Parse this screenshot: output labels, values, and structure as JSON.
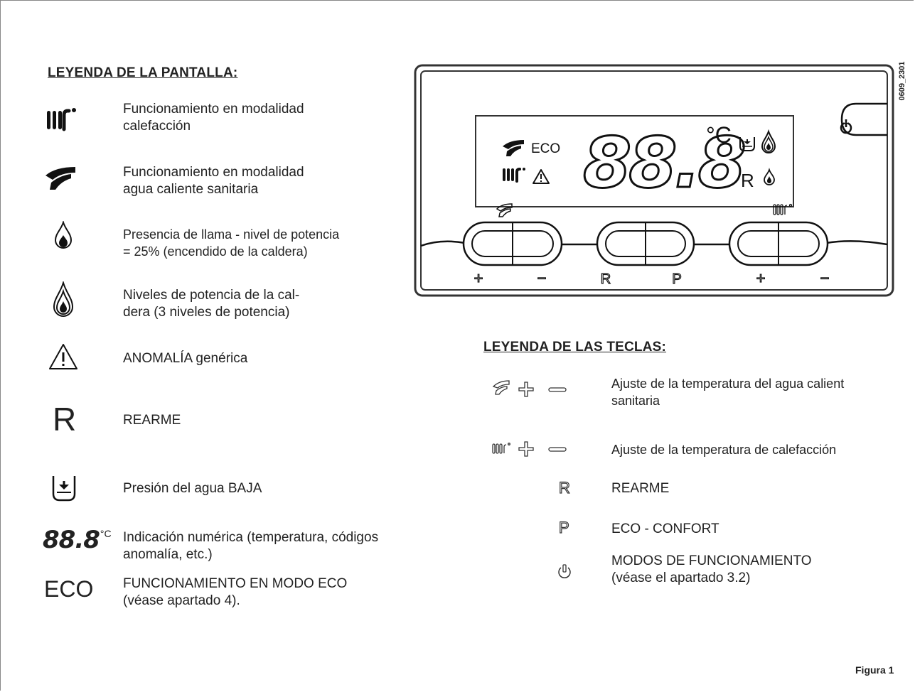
{
  "code_id": "0609_2301",
  "figure_label": "Figura 1",
  "display_legend": {
    "heading": "LEYENDA DE LA PANTALLA:",
    "items": [
      {
        "icon": "radiator-icon",
        "text": " Funcionamiento en modalidad\ncalefacción"
      },
      {
        "icon": "tap-icon",
        "text": "Funcionamiento en modalidad\nagua caliente sanitaria"
      },
      {
        "icon": "flame-small-icon",
        "text": " Presencia de llama - nivel de potencia\n= 25% (encendido de la caldera)"
      },
      {
        "icon": "flame-levels-icon",
        "text": "Niveles de potencia de la cal-\ndera (3 niveles de potencia)"
      },
      {
        "icon": "warning-icon",
        "text": "ANOMALÍA genérica"
      },
      {
        "icon": "reset-r-icon",
        "text": "REARME"
      },
      {
        "icon": "water-pressure-icon",
        "text": "Presión del agua BAJA"
      },
      {
        "icon": "segment-digits-icon",
        "text": "Indicación numérica (temperatura, códigos\nanomalía, etc.)"
      },
      {
        "icon": "eco-icon",
        "text": "FUNCIONAMIENTO EN MODO ECO\n(véase apartado 4)."
      }
    ]
  },
  "keys_legend": {
    "heading": "LEYENDA DE LAS TECLAS:",
    "items": [
      {
        "icon": "tap-plus-minus-icon",
        "text": "Ajuste de la temperatura del agua calient\nsanitaria"
      },
      {
        "icon": "radiator-plus-minus-icon",
        "text": "Ajuste de la temperatura de calefacción"
      },
      {
        "icon": "r-key-icon",
        "text": "REARME"
      },
      {
        "icon": "p-key-icon",
        "text": "ECO - CONFORT"
      },
      {
        "icon": "power-icon",
        "text": "MODOS DE FUNCIONAMIENTO\n(véase el apartado 3.2)"
      }
    ]
  },
  "panel": {
    "eco": "ECO",
    "digits": "88.8",
    "unit": "°C",
    "reset": "R",
    "btn_left": [
      "+",
      "−"
    ],
    "btn_mid": [
      "R",
      "P"
    ],
    "btn_right": [
      "+",
      "−"
    ]
  },
  "glyphs": {
    "eco": "ECO",
    "r": "R",
    "seg_digits": "88.8",
    "seg_unit": "°C",
    "r_key": "R",
    "p_key": "P"
  }
}
